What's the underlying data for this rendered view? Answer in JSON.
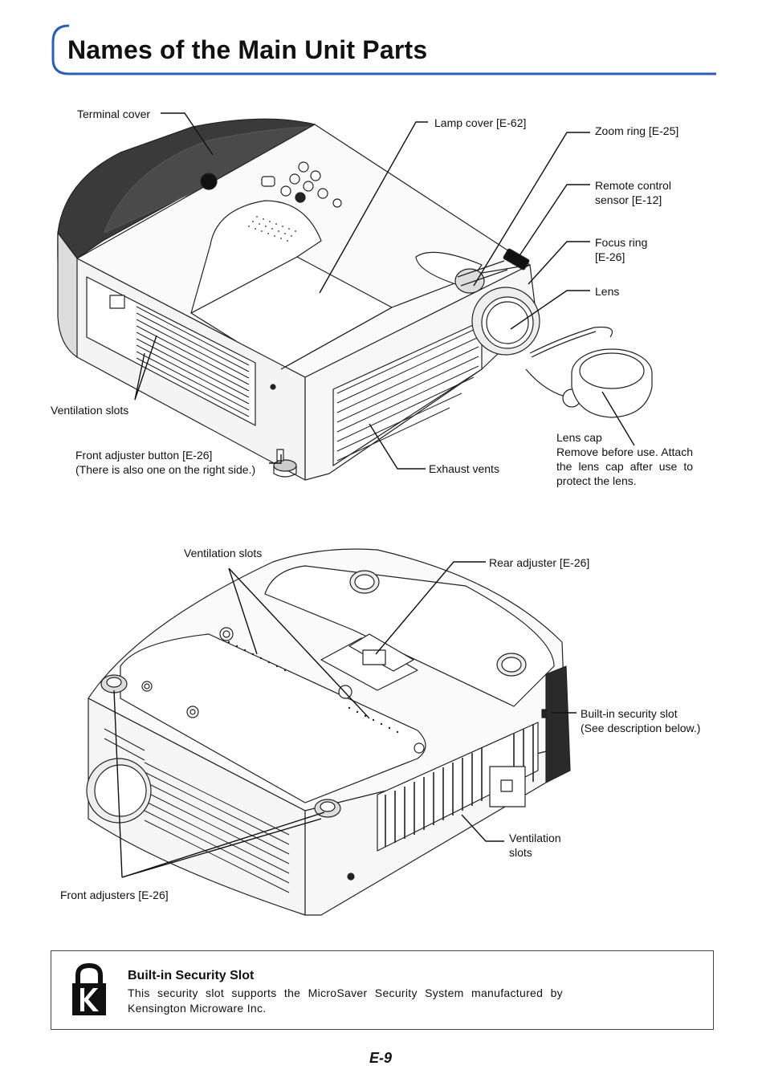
{
  "page": {
    "title": "Names of the Main Unit Parts",
    "page_number": "E-9"
  },
  "colors": {
    "accent_blue": "#2b5fb4",
    "body_dark": "#333333"
  },
  "top_figure": {
    "labels": {
      "terminal_cover": "Terminal cover",
      "lamp_cover": "Lamp cover [E-62]",
      "zoom_ring": "Zoom ring [E-25]",
      "remote_sensor_1": "Remote control",
      "remote_sensor_2": "sensor [E-12]",
      "focus_ring_1": "Focus ring",
      "focus_ring_2": "[E-26]",
      "lens": "Lens",
      "ventilation_slots": "Ventilation slots",
      "front_adjuster_button_1": "Front adjuster button [E-26]",
      "front_adjuster_button_2": "(There is also one on the right side.)",
      "exhaust_vents": "Exhaust vents",
      "lens_cap_title": "Lens cap",
      "lens_cap_text": "Remove before use. Attach the lens cap after use to protect the lens."
    }
  },
  "bottom_figure": {
    "labels": {
      "ventilation_slots_top": "Ventilation slots",
      "rear_adjuster": "Rear adjuster [E-26]",
      "security_slot_1": "Built-in security slot",
      "security_slot_2": "(See description below.)",
      "ventilation_slots_side_1": "Ventilation",
      "ventilation_slots_side_2": "slots",
      "front_adjusters": "Front adjusters [E-26]"
    }
  },
  "security_note": {
    "icon": "kensington-lock-icon",
    "title": "Built-in Security Slot",
    "body": "This security slot supports the MicroSaver Security System manufactured by Kensington Microware Inc."
  }
}
